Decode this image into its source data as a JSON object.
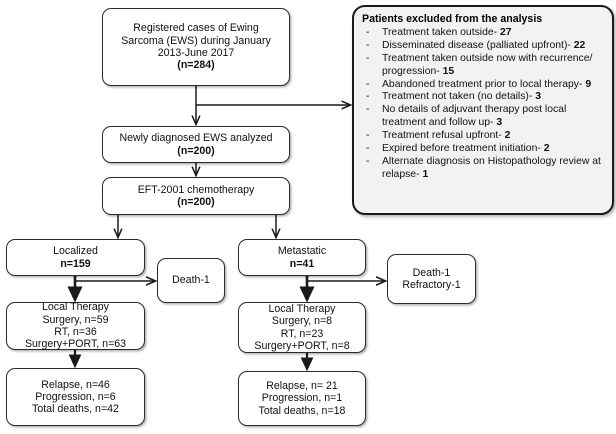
{
  "figure": {
    "type": "patient-flow-diagram",
    "title": "Ewing Sarcoma (EWS) study CONSORT-style flow diagram"
  },
  "nodes": {
    "registered": {
      "lines": [
        "Registered cases of Ewing",
        "Sarcoma (EWS) during January",
        "2013-June 2017"
      ],
      "count": "(n=284)"
    },
    "analyzed": {
      "lines": [
        "Newly diagnosed EWS analyzed"
      ],
      "count": "(n=200)"
    },
    "chemo": {
      "lines": [
        "EFT-2001 chemotherapy"
      ],
      "count": "(n=200)"
    },
    "localized": {
      "label": "Localized",
      "count": "n=159"
    },
    "metastatic": {
      "label": "Metastatic",
      "count": "n=41"
    },
    "localized_death": {
      "lines": [
        "Death-1"
      ]
    },
    "metastatic_death": {
      "lines": [
        "Death-1",
        "Refractory-1"
      ]
    },
    "localized_therapy": {
      "lines": [
        "Local Therapy",
        "Surgery, n=59",
        "RT, n=36",
        "Surgery+PORT, n=63"
      ]
    },
    "metastatic_therapy": {
      "lines": [
        "Local Therapy",
        "Surgery, n=8",
        "RT, n=23",
        "Surgery+PORT, n=8"
      ]
    },
    "localized_outcome": {
      "lines": [
        "Relapse, n=46",
        "Progression, n=6",
        "Total deaths, n=42"
      ]
    },
    "metastatic_outcome": {
      "lines": [
        "Relapse, n= 21",
        "Progression, n=1",
        "Total deaths, n=18"
      ]
    }
  },
  "exclusion": {
    "title": "Patients excluded from the analysis",
    "bullet": "-",
    "items": [
      {
        "text": "Treatment taken outside-",
        "count": "27"
      },
      {
        "text": "Disseminated disease (palliated upfront)-",
        "count": "22"
      },
      {
        "text": "Treatment taken outside now with recurrence/   progression-",
        "count": "15"
      },
      {
        "text": "Abandoned treatment prior to local therapy-",
        "count": "9"
      },
      {
        "text": "Treatment not taken (no details)-",
        "count": "3"
      },
      {
        "text": "No details of adjuvant therapy post local treatment and follow up-",
        "count": "3"
      },
      {
        "text": "Treatment refusal upfront-",
        "count": "2"
      },
      {
        "text": "Expired before treatment initiation-",
        "count": "2"
      },
      {
        "text": "Alternate diagnosis on Histopathology review at relapse-",
        "count": "1"
      }
    ]
  },
  "colors": {
    "background": "#ffffff",
    "box_border": "#2b2b2b",
    "exclusion_fill": "#f2f2f2",
    "exclusion_border": "#1a1a1a",
    "connector": "#1a1a1a",
    "text": "#111111"
  }
}
